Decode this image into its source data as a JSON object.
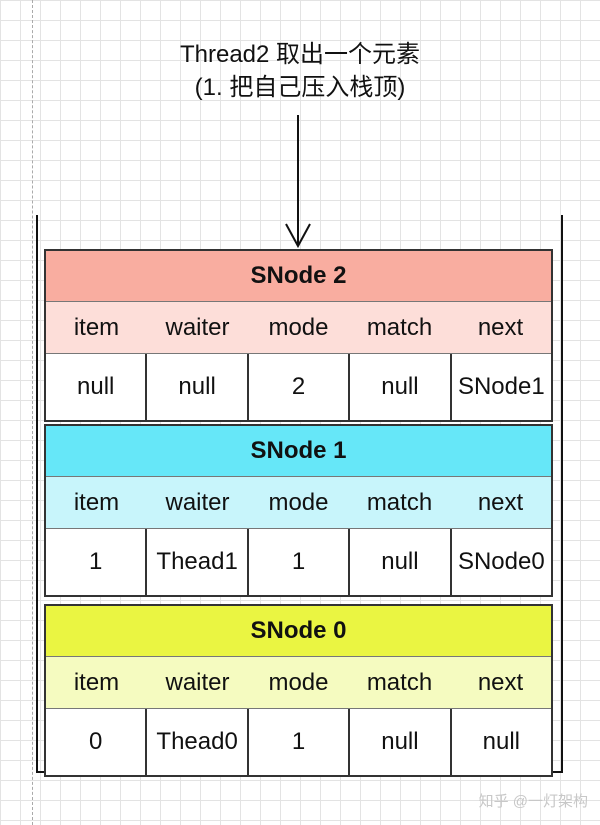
{
  "caption": {
    "line1": "Thread2 取出一个元素",
    "line2": "(1. 把自己压入栈顶)"
  },
  "fields": [
    "item",
    "waiter",
    "mode",
    "match",
    "next"
  ],
  "nodes": [
    {
      "title": "SNode 2",
      "title_color": "#f9ada0",
      "header_color": "#fdded9",
      "values": [
        "null",
        "null",
        "2",
        "null",
        "SNode1"
      ]
    },
    {
      "title": "SNode 1",
      "title_color": "#66e7f8",
      "header_color": "#c8f5fb",
      "values": [
        "1",
        "Thead1",
        "1",
        "null",
        "SNode0"
      ]
    },
    {
      "title": "SNode 0",
      "title_color": "#eaf542",
      "header_color": "#f5fbc0",
      "values": [
        "0",
        "Thead0",
        "1",
        "null",
        "null"
      ]
    }
  ],
  "watermark": "知乎 @一灯架构"
}
